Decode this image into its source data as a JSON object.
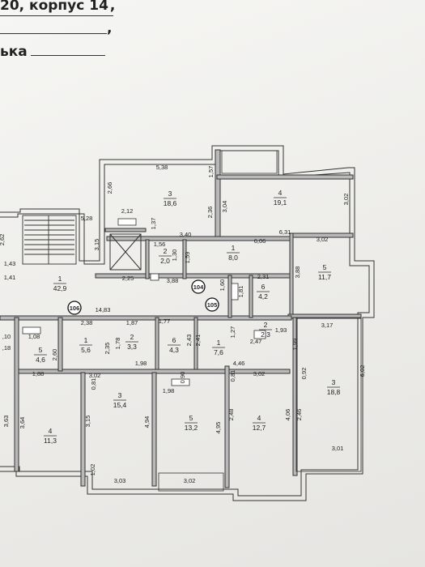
{
  "header": {
    "line1": "20, корпус 14",
    "line1_tail": ",",
    "line2_tail": ",",
    "line3": "ька"
  },
  "rooms": [
    {
      "num": "3",
      "area": "18,6"
    },
    {
      "num": "4",
      "area": "19,1"
    },
    {
      "num": "2",
      "area": "2,0"
    },
    {
      "num": "1",
      "area": "8,0"
    },
    {
      "num": "5",
      "area": "11,7"
    },
    {
      "num": "1",
      "area": "42,9"
    },
    {
      "num": "6",
      "area": "4,2"
    },
    {
      "num": "1",
      "area": "5,6"
    },
    {
      "num": "2",
      "area": "3,3"
    },
    {
      "num": "6",
      "area": "4,3"
    },
    {
      "num": "1",
      "area": "7,6"
    },
    {
      "num": "2",
      "area": "2,3"
    },
    {
      "num": "3",
      "area": "18,8"
    },
    {
      "num": "5",
      "area": "4,6"
    },
    {
      "num": "3",
      "area": "15,4"
    },
    {
      "num": "5",
      "area": "13,2"
    },
    {
      "num": "4",
      "area": "12,7"
    },
    {
      "num": "4",
      "area": "11,3"
    }
  ],
  "markers": [
    "104",
    "105",
    "106"
  ],
  "dimensions": [
    "5,38",
    "2,66",
    "2,12",
    "1,57",
    "2,36",
    "3,04",
    "3,02",
    "5,28",
    "2,62",
    "3,15",
    "3,40",
    "1,37",
    "6,06",
    "6,31",
    "3,02",
    "1,56",
    "1,30",
    "1,59",
    "1,43",
    "1,41",
    "2,25",
    "3,88",
    "1,60",
    "2,31",
    "1,81",
    "3,88",
    "14,83",
    "2,38",
    "1,87",
    "1,77",
    "1,27",
    "2,43",
    "2,41",
    "1,93",
    "3,17",
    "1,08",
    "2,60",
    "2,35",
    "1,78",
    "1,99",
    "4,46",
    "2,47",
    "1,88",
    "1,98",
    "3,02",
    "0,81",
    "0,90",
    "0,81",
    "3,02",
    "0,92",
    "6,02",
    "1,98",
    "4,06",
    "2,46",
    "2,48",
    "3,63",
    "3,64",
    "3,15",
    "4,94",
    "4,95",
    "1,02",
    "3,03",
    "3,02",
    "3,01",
    ",10",
    ",18"
  ]
}
